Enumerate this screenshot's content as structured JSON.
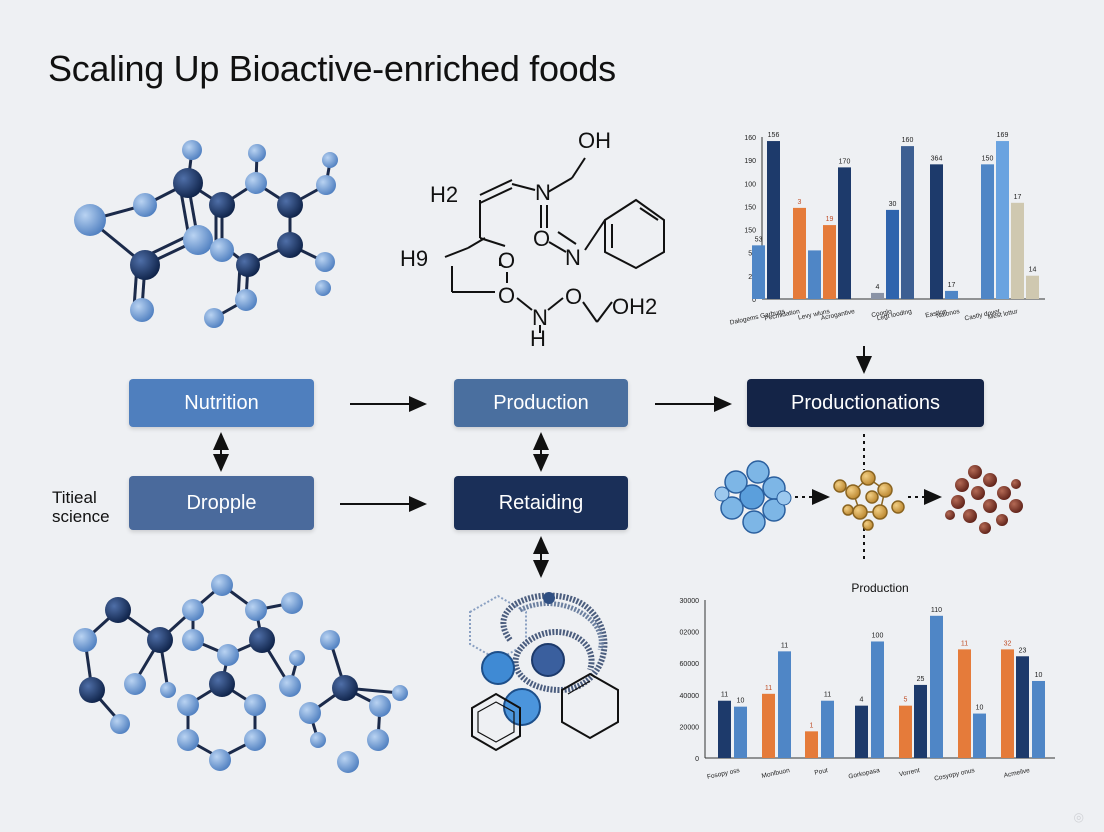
{
  "title": "Scaling Up Bioactive-enriched foods",
  "side_label": "Titieal science",
  "boxes": {
    "nutrition": "Nutrition",
    "production": "Production",
    "productionations": "Productionations",
    "dropple": "Dropple",
    "retaiding": "Retaiding"
  },
  "structure_labels": {
    "oh_top": "OH",
    "h2": "H2",
    "n1": "N",
    "o1": "O",
    "n2": "N",
    "h9": "H9",
    "o2": "O",
    "o3": "O",
    "n3": "N",
    "o4": "O",
    "oh2": "OH2",
    "h_bottom": "H"
  },
  "colors": {
    "light_blue": "#4f86c6",
    "mid_blue": "#4a6fa0",
    "dark_navy": "#142447",
    "orange": "#e57b3a",
    "beige": "#cfc8b0"
  },
  "chart_data": [
    {
      "type": "bar",
      "title": "",
      "ylim": [
        0,
        160
      ],
      "yticks": [
        "160",
        "190",
        "100",
        "150",
        "150",
        "50",
        "20",
        "0"
      ],
      "categories": [
        "Dalogems Garbuqs",
        "Pecmidation",
        "Levy wluns",
        "Acrogantive",
        "Cooglo",
        "Legt looding",
        "Eastion",
        "Nalonos",
        "Castly dovet",
        "Mest lottur"
      ],
      "bars": [
        {
          "value": 53,
          "color": "#4f86c6",
          "label": "53"
        },
        {
          "value": 156,
          "color": "#1d3a6b",
          "label": "156"
        },
        {
          "value": 90,
          "color": "#e57b3a",
          "label": "3"
        },
        {
          "value": 48,
          "color": "#4f86c6",
          "label": ""
        },
        {
          "value": 73,
          "color": "#e57b3a",
          "label": "19"
        },
        {
          "value": 130,
          "color": "#1d3a6b",
          "label": "170"
        },
        {
          "value": 6,
          "color": "#8a93a6",
          "label": "4"
        },
        {
          "value": 88,
          "color": "#2f64ad",
          "label": "30"
        },
        {
          "value": 151,
          "color": "#3d5f92",
          "label": "160"
        },
        {
          "value": 133,
          "color": "#1d3a6b",
          "label": "364"
        },
        {
          "value": 8,
          "color": "#4f86c6",
          "label": "17"
        },
        {
          "value": 133,
          "color": "#4f86c6",
          "label": "150"
        },
        {
          "value": 156,
          "color": "#6aa3e0",
          "label": "169"
        },
        {
          "value": 95,
          "color": "#cfc8b0",
          "label": "17"
        },
        {
          "value": 23,
          "color": "#cfc8b0",
          "label": "14"
        }
      ]
    },
    {
      "type": "bar",
      "title": "Production",
      "ylim": [
        0,
        160
      ],
      "yticks": [
        "30000",
        "02000",
        "60000",
        "40000",
        "20000",
        "0"
      ],
      "categories": [
        "Fosopy oss",
        "Monlbuon",
        "Pout",
        "Gorkopasa",
        "Vorrent",
        "Cosyopy onus",
        "Acmeilve"
      ],
      "bars": [
        {
          "value": 58,
          "color": "#1d3a6b",
          "label": "11"
        },
        {
          "value": 52,
          "color": "#4f86c6",
          "label": "10"
        },
        {
          "value": 65,
          "color": "#e57b3a",
          "label": "11"
        },
        {
          "value": 108,
          "color": "#4f86c6",
          "label": "11"
        },
        {
          "value": 27,
          "color": "#e57b3a",
          "label": "1"
        },
        {
          "value": 58,
          "color": "#4f86c6",
          "label": "11"
        },
        {
          "value": 53,
          "color": "#1d3a6b",
          "label": "4"
        },
        {
          "value": 118,
          "color": "#4f86c6",
          "label": "100"
        },
        {
          "value": 53,
          "color": "#e57b3a",
          "label": "5"
        },
        {
          "value": 74,
          "color": "#1d3a6b",
          "label": "25"
        },
        {
          "value": 144,
          "color": "#4f86c6",
          "label": "110"
        },
        {
          "value": 110,
          "color": "#e57b3a",
          "label": "11"
        },
        {
          "value": 45,
          "color": "#4f86c6",
          "label": "10"
        },
        {
          "value": 110,
          "color": "#e57b3a",
          "label": "32"
        },
        {
          "value": 103,
          "color": "#1d3a6b",
          "label": "23"
        },
        {
          "value": 78,
          "color": "#4f86c6",
          "label": "10"
        }
      ]
    }
  ]
}
